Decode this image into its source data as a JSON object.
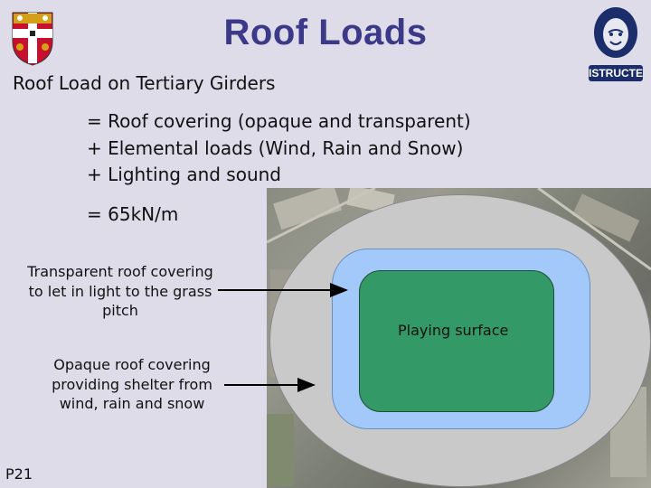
{
  "slide": {
    "title": "Roof Loads",
    "subtitle": "Roof Load on Tertiary Girders",
    "lines": [
      "= Roof covering (opaque and transparent)",
      "+ Elemental loads (Wind, Rain and Snow)",
      "+ Lighting and sound",
      "= 65kN/m"
    ],
    "page_number": "P21"
  },
  "logos": {
    "crest": "university-crest-icon",
    "istructe": "ISTRUCTE",
    "istructe_icon": "lion-head-icon"
  },
  "diagram": {
    "pitch_label": "Playing surface",
    "annotations": [
      "Transparent roof covering to let in light to the grass pitch",
      "Opaque roof covering providing shelter from wind, rain and snow"
    ],
    "colors": {
      "opaque_roof": "#c9c9c9",
      "transparent_roof": "#a2c9fa",
      "pitch": "#339966",
      "title": "#3c3a88"
    }
  }
}
